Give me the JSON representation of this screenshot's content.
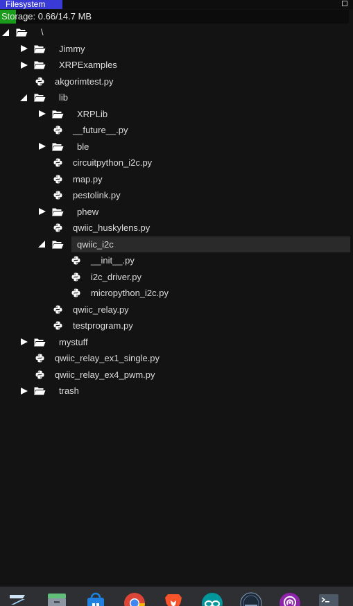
{
  "window": {
    "title": "Filesystem"
  },
  "storage": {
    "label": "Storage: 0.66/14.7 MB",
    "used_fraction": 0.045,
    "fill_color": "#1a9a1a"
  },
  "tree": [
    {
      "name": "\\",
      "type": "folder",
      "depth": 0,
      "expanded": true
    },
    {
      "name": "Jimmy",
      "type": "folder",
      "depth": 1,
      "expanded": false
    },
    {
      "name": "XRPExamples",
      "type": "folder",
      "depth": 1,
      "expanded": false
    },
    {
      "name": "akgorimtest.py",
      "type": "file",
      "depth": 1
    },
    {
      "name": "lib",
      "type": "folder",
      "depth": 1,
      "expanded": true
    },
    {
      "name": "XRPLib",
      "type": "folder",
      "depth": 2,
      "expanded": false
    },
    {
      "name": "__future__.py",
      "type": "file",
      "depth": 2
    },
    {
      "name": "ble",
      "type": "folder",
      "depth": 2,
      "expanded": false
    },
    {
      "name": "circuitpython_i2c.py",
      "type": "file",
      "depth": 2
    },
    {
      "name": "map.py",
      "type": "file",
      "depth": 2
    },
    {
      "name": "pestolink.py",
      "type": "file",
      "depth": 2
    },
    {
      "name": "phew",
      "type": "folder",
      "depth": 2,
      "expanded": false
    },
    {
      "name": "qwiic_huskylens.py",
      "type": "file",
      "depth": 2
    },
    {
      "name": "qwiic_i2c",
      "type": "folder",
      "depth": 2,
      "expanded": true,
      "selected": true
    },
    {
      "name": "__init__.py",
      "type": "file",
      "depth": 3
    },
    {
      "name": "i2c_driver.py",
      "type": "file",
      "depth": 3
    },
    {
      "name": "micropython_i2c.py",
      "type": "file",
      "depth": 3
    },
    {
      "name": "qwiic_relay.py",
      "type": "file",
      "depth": 2
    },
    {
      "name": "testprogram.py",
      "type": "file",
      "depth": 2
    },
    {
      "name": "mystuff",
      "type": "folder",
      "depth": 1,
      "expanded": false
    },
    {
      "name": "qwiic_relay_ex1_single.py",
      "type": "file",
      "depth": 1
    },
    {
      "name": "qwiic_relay_ex4_pwm.py",
      "type": "file",
      "depth": 1
    },
    {
      "name": "trash",
      "type": "folder",
      "depth": 1,
      "expanded": false
    }
  ],
  "taskbar": {
    "apps": [
      {
        "icon": "zorin-menu-icon"
      },
      {
        "icon": "files-icon"
      },
      {
        "icon": "software-store-icon"
      },
      {
        "icon": "chrome-icon"
      },
      {
        "icon": "brave-icon"
      },
      {
        "icon": "arduino-icon"
      },
      {
        "icon": "orion-icon"
      },
      {
        "icon": "podcast-icon"
      },
      {
        "icon": "terminal-icon"
      }
    ]
  }
}
